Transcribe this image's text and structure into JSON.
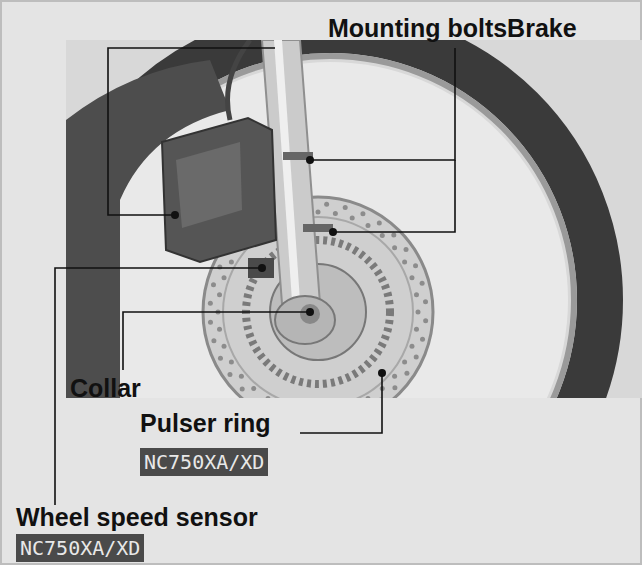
{
  "diagram": {
    "nodes": [
      {
        "text": [
          "NC750XA/XD"
        ]
      },
      {
        "text": [
          "NC750XA/XD"
        ]
      }
    ],
    "labels": [
      "Mounting boltsBrake",
      "Collar",
      "Pulser ring",
      "Wheel speed sensor"
    ]
  }
}
